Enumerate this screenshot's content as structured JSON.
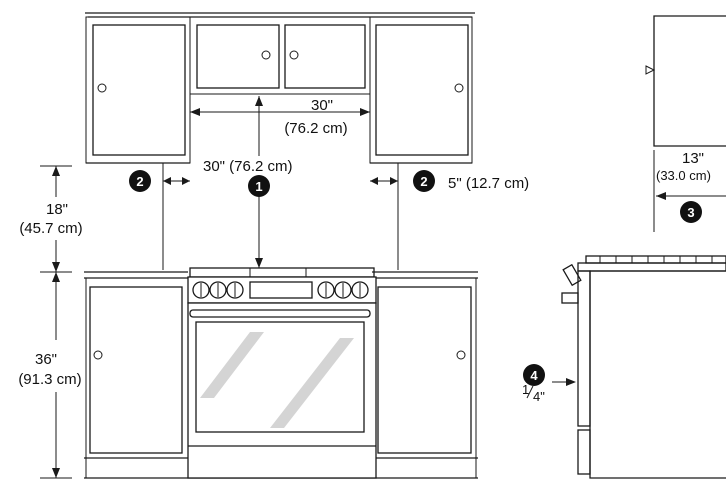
{
  "colors": {
    "line": "#1a1a1a",
    "badge": "#111111",
    "glass": "#cfcfcf"
  },
  "dims": {
    "cabinet_width_in": "30\"",
    "cabinet_width_cm": "(76.2 cm)",
    "cooktop_clearance": "30\" (76.2 cm)",
    "side_clearance": "5\" (12.7 cm)",
    "counter_to_cabinet_in": "18\"",
    "counter_to_cabinet_cm": "(45.7 cm)",
    "counter_height_in": "36\"",
    "counter_height_cm": "(91.3 cm)",
    "upper_depth_in": "13\"",
    "upper_depth_cm": "(33.0 cm)",
    "gap_num": "1",
    "gap_den": "4\""
  },
  "badges": {
    "b1": "1",
    "b2": "2",
    "b3": "3",
    "b4": "4"
  }
}
